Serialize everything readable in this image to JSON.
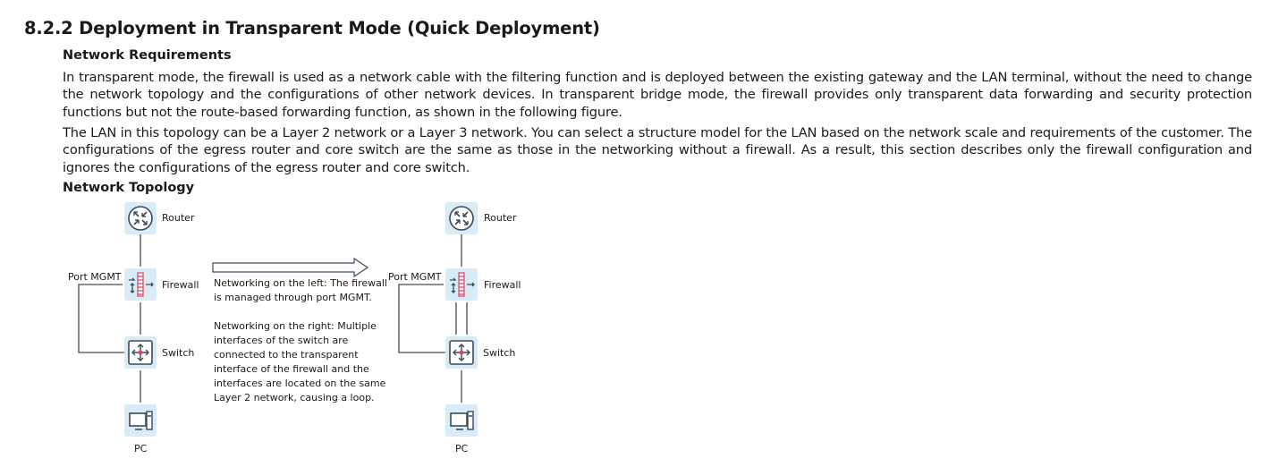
{
  "doc": {
    "section_number": "8.2.2",
    "section_title": "Deployment in Transparent Mode (Quick Deployment)",
    "req_heading": "Network Requirements",
    "para1": "In transparent mode, the firewall is used as a network cable with the filtering function and is deployed between the existing gateway and the LAN terminal, without the need to change the network topology and the configurations of other network devices. In transparent bridge mode, the firewall provides only transparent data forwarding and security protection functions but not the route-based forwarding function, as shown in the following figure.",
    "para2": "The LAN in this topology can be a Layer 2 network or a Layer 3 network. You can select a structure model for the LAN based on the network scale and requirements of the customer. The configurations of the egress router and core switch are the same as those in the networking without a firewall. As a result, this section describes only the firewall configuration and ignores the configurations of the egress router and core switch.",
    "topology_heading": "Network Topology"
  },
  "diagram": {
    "left": {
      "router_label": "Router",
      "port_label": "Port MGMT",
      "firewall_label": "Firewall",
      "switch_label": "Switch",
      "pc_label": "PC"
    },
    "right": {
      "router_label": "Router",
      "port_label": "Port MGMT",
      "firewall_label": "Firewall",
      "switch_label": "Switch",
      "pc_label": "PC"
    },
    "note_left": [
      "Networking on the left: The firewall",
      "is managed through port MGMT."
    ],
    "note_right": [
      "Networking on the right: Multiple",
      "interfaces of the switch are",
      "connected to the transparent",
      "interface of the firewall and the",
      "interfaces are located on the same",
      "Layer 2 network, causing a loop."
    ],
    "colors": {
      "icon_bg": "#d9ebf7",
      "icon_stroke": "#3a4a5a",
      "firewall_red": "#d9455f",
      "line": "#4a4a4a"
    }
  }
}
